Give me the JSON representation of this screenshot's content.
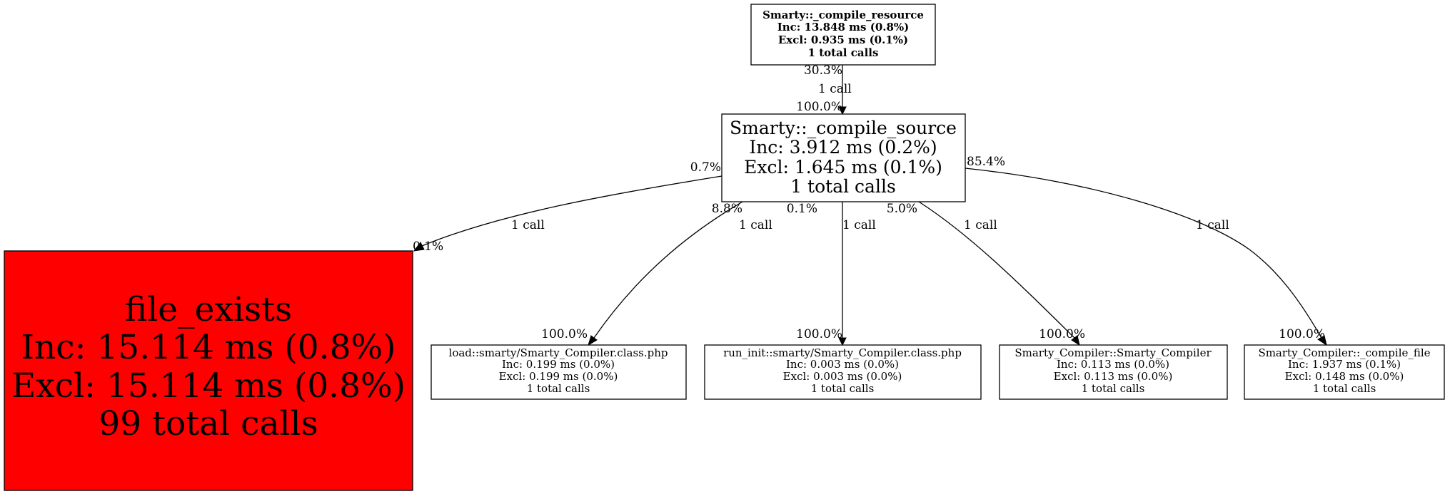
{
  "colors": {
    "hot_node": "#ff0000",
    "node_fill": "#ffffff",
    "edge": "#000000"
  },
  "nodes": {
    "compile_resource": {
      "name": "Smarty::_compile_resource",
      "inc": "Inc: 13.848 ms (0.8%)",
      "excl": "Excl: 0.935 ms (0.1%)",
      "calls": "1 total calls"
    },
    "compile_source": {
      "name": "Smarty::_compile_source",
      "inc": "Inc: 3.912 ms (0.2%)",
      "excl": "Excl: 1.645 ms (0.1%)",
      "calls": "1 total calls"
    },
    "file_exists": {
      "name": "file_exists",
      "inc": "Inc: 15.114 ms (0.8%)",
      "excl": "Excl: 15.114 ms (0.8%)",
      "calls": "99 total calls"
    },
    "load_compiler": {
      "name": "load::smarty/Smarty_Compiler.class.php",
      "inc": "Inc: 0.199 ms (0.0%)",
      "excl": "Excl: 0.199 ms (0.0%)",
      "calls": "1 total calls"
    },
    "run_init": {
      "name": "run_init::smarty/Smarty_Compiler.class.php",
      "inc": "Inc: 0.003 ms (0.0%)",
      "excl": "Excl: 0.003 ms (0.0%)",
      "calls": "1 total calls"
    },
    "smarty_compiler": {
      "name": "Smarty_Compiler::Smarty_Compiler",
      "inc": "Inc: 0.113 ms (0.0%)",
      "excl": "Excl: 0.113 ms (0.0%)",
      "calls": "1 total calls"
    },
    "compile_file": {
      "name": "Smarty_Compiler::_compile_file",
      "inc": "Inc: 1.937 ms (0.1%)",
      "excl": "Excl: 0.148 ms (0.0%)",
      "calls": "1 total calls"
    }
  },
  "edges": {
    "resource_to_source": {
      "tail": "30.3%",
      "calls": "1 call",
      "head": "100.0%"
    },
    "source_to_file_exists": {
      "tail": "0.7%",
      "calls": "1 call",
      "head": "0.1%"
    },
    "source_to_load": {
      "tail": "8.8%",
      "calls": "1 call",
      "head": "100.0%"
    },
    "source_to_run_init": {
      "tail": "0.1%",
      "calls": "1 call",
      "head": "100.0%"
    },
    "source_to_compiler": {
      "tail": "5.0%",
      "calls": "1 call",
      "head": "100.0%"
    },
    "source_to_compile_file": {
      "tail": "85.4%",
      "calls": "1 call",
      "head": "100.0%"
    }
  }
}
